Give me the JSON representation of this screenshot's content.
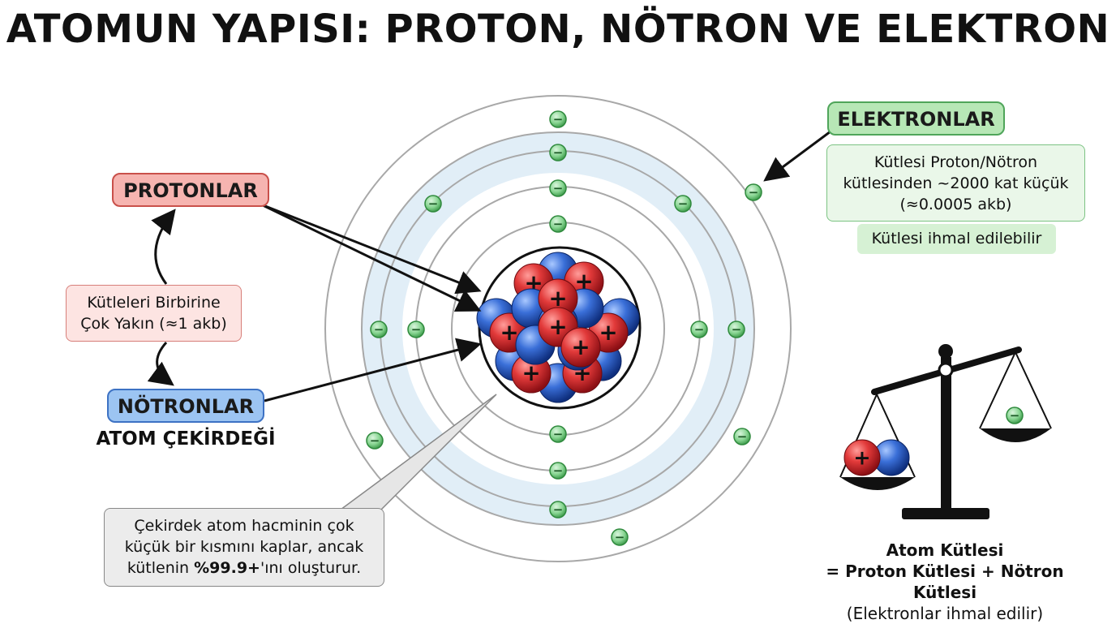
{
  "title": "ATOMUN YAPISI: PROTON, NÖTRON VE ELEKTRON",
  "labels": {
    "protons": "PROTONLAR",
    "neutrons": "NÖTRONLAR",
    "electrons": "ELEKTRONLAR",
    "nucleus": "ATOM ÇEKİRDEĞİ"
  },
  "proton_neutron_mass_note": {
    "line1": "Kütleleri Birbirine",
    "line2": "Çok Yakın (≈1 akb)"
  },
  "electron_note": {
    "line1": "Kütlesi Proton/Nötron",
    "line2": "kütlesinden ~2000 kat küçük",
    "line3": "(≈0.0005 akb)",
    "negligible": "Kütlesi ihmal edilebilir"
  },
  "nucleus_note": {
    "line1": "Çekirdek atom hacminin çok",
    "line2": "küçük bir kısmını kaplar, ancak",
    "line3_pre": "kütlenin ",
    "line3_bold": "%99.9+",
    "line3_post": "'ını oluşturur."
  },
  "atomic_mass": {
    "line1": "Atom Kütlesi",
    "line2": "= Proton Kütlesi + Nötron Kütlesi",
    "line3": "(Elektronlar ihmal edilir)"
  },
  "symbols": {
    "proton_charge": "+",
    "electron_charge": "−"
  },
  "icons": [
    "arrow-icon",
    "balance-scale-icon",
    "proton-icon",
    "neutron-icon",
    "electron-icon"
  ],
  "colors": {
    "proton": "#d8252a",
    "neutron": "#2f66c9",
    "electron": "#7fd48a",
    "orbit_band": "#e1eef7"
  }
}
